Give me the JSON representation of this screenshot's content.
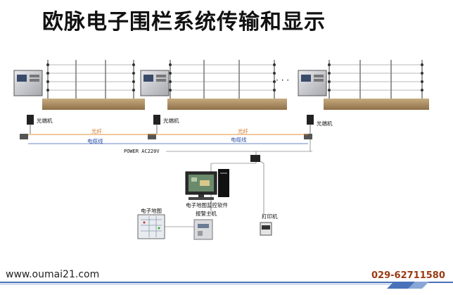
{
  "title": "欧脉电子围栏系统传输和显示",
  "labels": {
    "converter_left": "光端机",
    "converter_mid": "光端机",
    "converter_right": "光端机",
    "fiber_left": "光纤",
    "fiber_right": "光纤",
    "cable_left": "电缆线",
    "cable_right": "电缆线",
    "power": "POWER AC220V",
    "software": "电子地图监控软件",
    "map": "电子地图",
    "alarm_host": "报警主机",
    "printer": "打印机",
    "ellipsis": "· · ·"
  },
  "footer": {
    "url": "www.oumai21.com",
    "phone": "029-62711580"
  },
  "colors": {
    "fiber": "#e0913a",
    "cable": "#3a5fb8",
    "fence_base": "#a88a5e",
    "footer_accent": "#4a72b8"
  }
}
